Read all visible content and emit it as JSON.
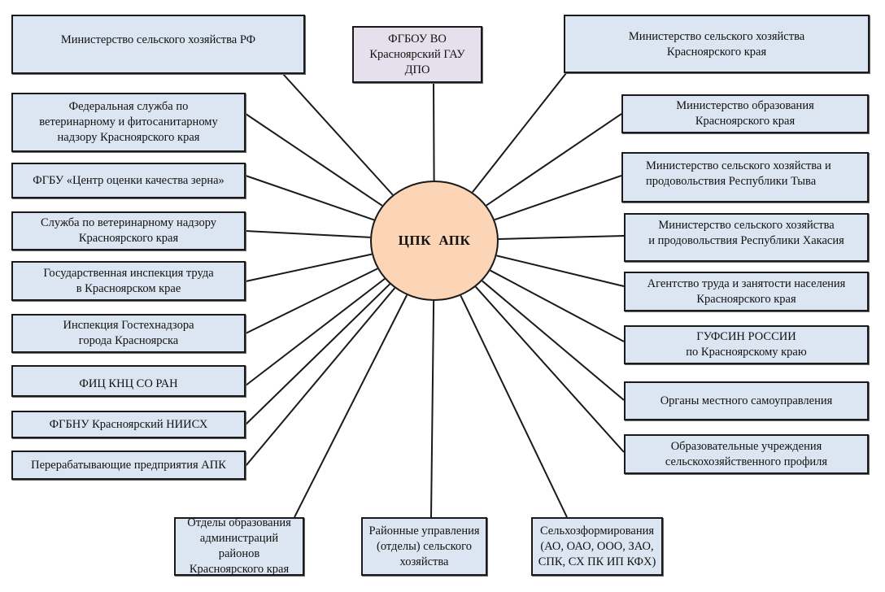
{
  "center": {
    "label": "ЦПК  АПК",
    "fill": "#fbd5b5"
  },
  "colors": {
    "box_fill": "#dce6f2",
    "top_box_fill": "#e5e0ec",
    "stroke": "#1a1a1a"
  },
  "nodes": [
    {
      "id": "minselhoz-rf",
      "label": "Министерство сельского хозяйства РФ",
      "group": "left"
    },
    {
      "id": "rosselhoznadzor",
      "label": "Федеральная служба по\nветеринарному  и фитосанитарному\nнадзору Красноярского края",
      "group": "left"
    },
    {
      "id": "grain-center",
      "label": "ФГБУ  «Центр оценки качества зерна»",
      "group": "left"
    },
    {
      "id": "vet-service",
      "label": "Служба по ветеринарному надзору\nКрасноярского края",
      "group": "left"
    },
    {
      "id": "labor-inspection",
      "label": "Государственная инспекция труда\nв Красноярском крае",
      "group": "left"
    },
    {
      "id": "gostehnadzor",
      "label": "Инспекция Гостехнадзора\nгорода Красноярска",
      "group": "left"
    },
    {
      "id": "fic-knc",
      "label": "ФИЦ КНЦ СО РАН",
      "group": "left"
    },
    {
      "id": "niish",
      "label": "ФГБНУ Красноярский НИИСХ",
      "group": "left"
    },
    {
      "id": "processing",
      "label": "Перерабатывающие предприятия АПК",
      "group": "left"
    },
    {
      "id": "gau",
      "label": "ФГБОУ ВО\nКрасноярский ГАУ\nДПО",
      "group": "top"
    },
    {
      "id": "minselhoz-kray",
      "label": "Министерство сельского хозяйства\nКрасноярского края",
      "group": "right"
    },
    {
      "id": "minobr-kray",
      "label": "Министерство образования\nКрасноярского края",
      "group": "right"
    },
    {
      "id": "minselhoz-tyva",
      "label": "Министерство сельского хозяйства и\nпродовольствия Республики Тыва",
      "group": "right"
    },
    {
      "id": "minselhoz-hakasia",
      "label": "Министерство сельского хозяйства\n и продовольствия Республики Хакасия",
      "group": "right"
    },
    {
      "id": "labor-agency",
      "label": "Агентство труда и занятости населения\nКрасноярского края",
      "group": "right"
    },
    {
      "id": "gufsin",
      "label": "ГУФСИН РОССИИ\nпо Красноярскому краю",
      "group": "right"
    },
    {
      "id": "local-gov",
      "label": "Органы местного самоуправления",
      "group": "right"
    },
    {
      "id": "edu-institutions",
      "label": "Образовательные учреждения\nсельскохозяйственного профиля",
      "group": "right"
    },
    {
      "id": "edu-departments",
      "label": "Отделы образования\nадминистраций районов\nКрасноярского края",
      "group": "bottom"
    },
    {
      "id": "agri-departments",
      "label": "Районные управления\n(отделы) сельского\nхозяйства",
      "group": "bottom"
    },
    {
      "id": "agri-enterprises",
      "label": "Сельхозформирования\n(АО, ОАО, ООО, ЗАО,\nСПК, СХ ПК ИП КФХ)",
      "group": "bottom"
    }
  ]
}
